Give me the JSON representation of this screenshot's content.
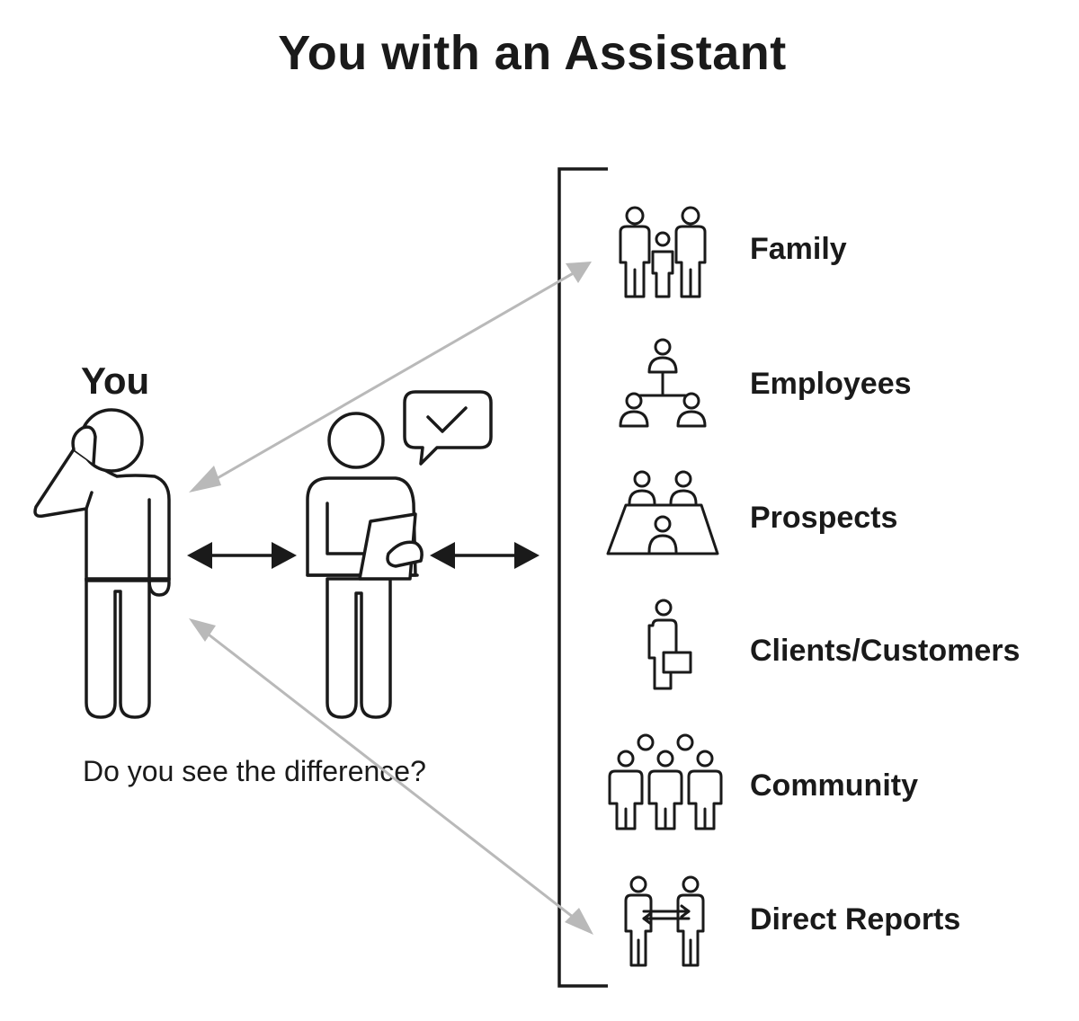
{
  "title": "You with an Assistant",
  "you_label": "You",
  "caption": "Do you see the difference?",
  "groups": [
    {
      "label": "Family",
      "icon": "family-icon"
    },
    {
      "label": "Employees",
      "icon": "org-chart-icon"
    },
    {
      "label": "Prospects",
      "icon": "meeting-table-icon"
    },
    {
      "label": "Clients/Customers",
      "icon": "person-briefcase-icon"
    },
    {
      "label": "Community",
      "icon": "crowd-icon"
    },
    {
      "label": "Direct Reports",
      "icon": "two-people-exchange-icon"
    }
  ],
  "colors": {
    "ink": "#1a1a1a",
    "gray_arrow": "#b9b9b9",
    "background": "#ffffff"
  }
}
